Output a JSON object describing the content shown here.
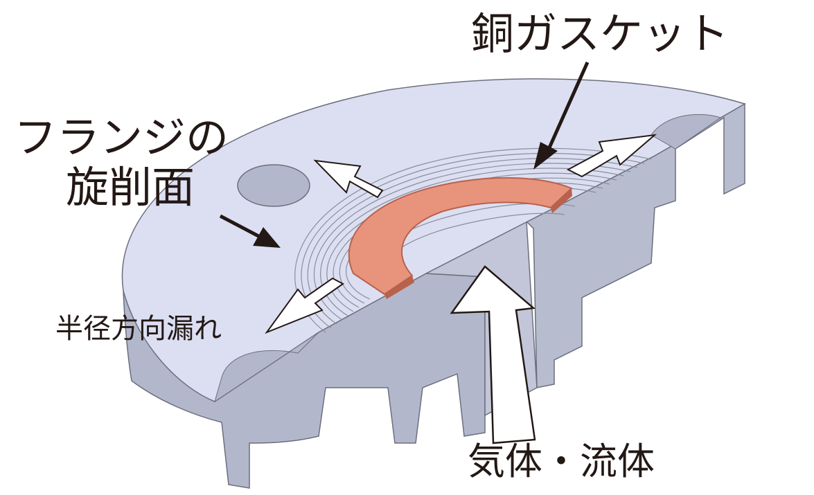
{
  "labels": {
    "gasket": "銅ガスケット",
    "flange_line1": "フランジの",
    "flange_line2": "旋削面",
    "radial_leak": "半径方向漏れ",
    "fluid": "気体・流体"
  },
  "colors": {
    "top_face": "#dcdff2",
    "side_face": "#b3b7cb",
    "gasket": "#e8937b",
    "gasket_edge": "#b8614d",
    "groove": "#8a8d99",
    "text": "#231815"
  }
}
